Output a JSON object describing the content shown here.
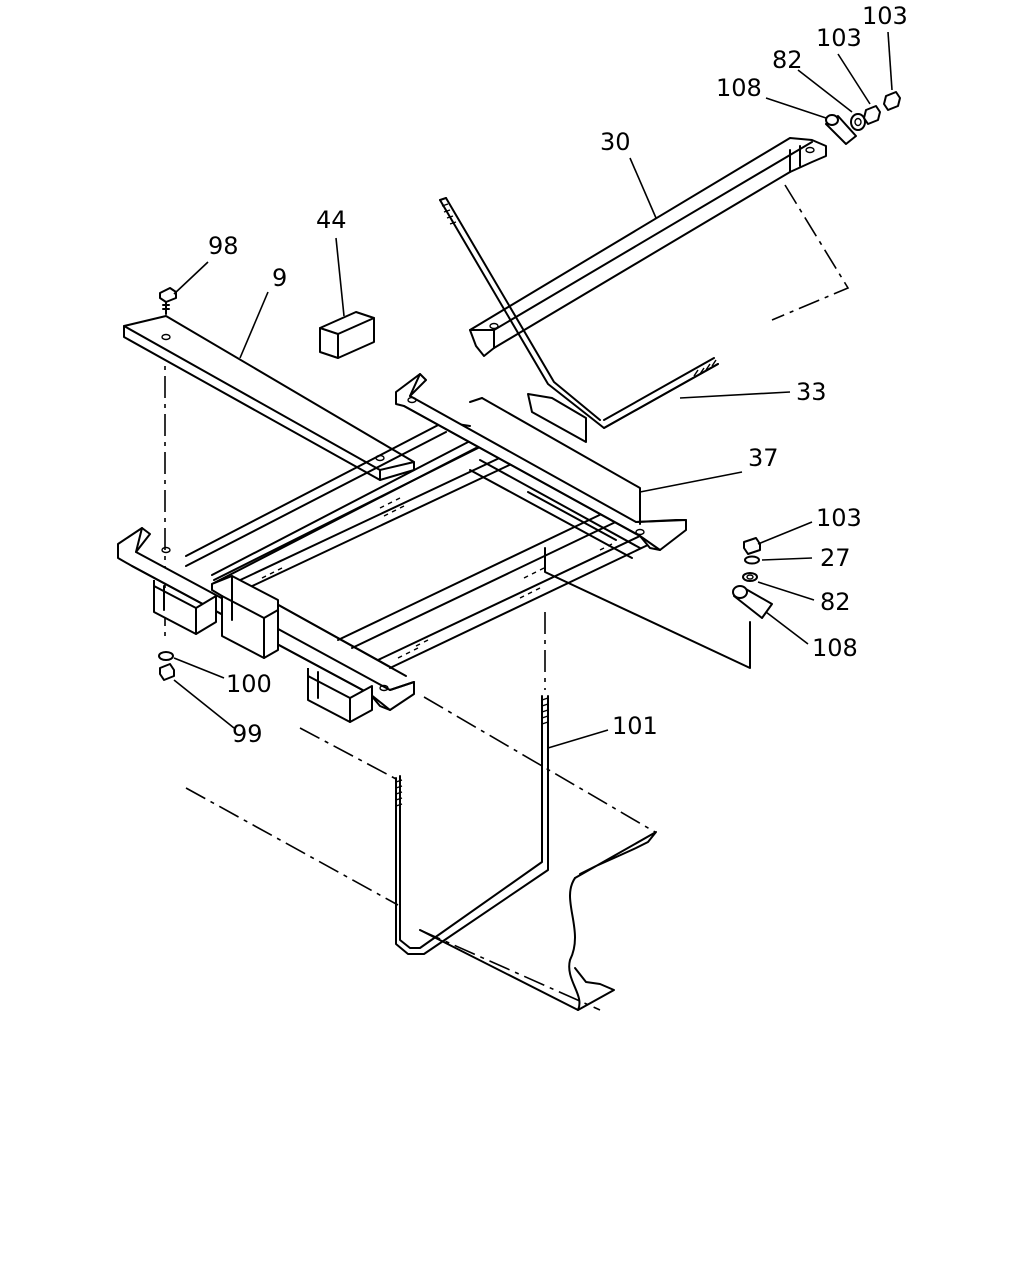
{
  "diagram": {
    "callouts": [
      {
        "id": "c103a",
        "label": "103"
      },
      {
        "id": "c103b",
        "label": "103"
      },
      {
        "id": "c82a",
        "label": "82"
      },
      {
        "id": "c108a",
        "label": "108"
      },
      {
        "id": "c30",
        "label": "30"
      },
      {
        "id": "c44",
        "label": "44"
      },
      {
        "id": "c98",
        "label": "98"
      },
      {
        "id": "c9",
        "label": "9"
      },
      {
        "id": "c33",
        "label": "33"
      },
      {
        "id": "c37",
        "label": "37"
      },
      {
        "id": "c103c",
        "label": "103"
      },
      {
        "id": "c27",
        "label": "27"
      },
      {
        "id": "c82b",
        "label": "82"
      },
      {
        "id": "c108b",
        "label": "108"
      },
      {
        "id": "c100",
        "label": "100"
      },
      {
        "id": "c99",
        "label": "99"
      },
      {
        "id": "c101",
        "label": "101"
      }
    ]
  }
}
